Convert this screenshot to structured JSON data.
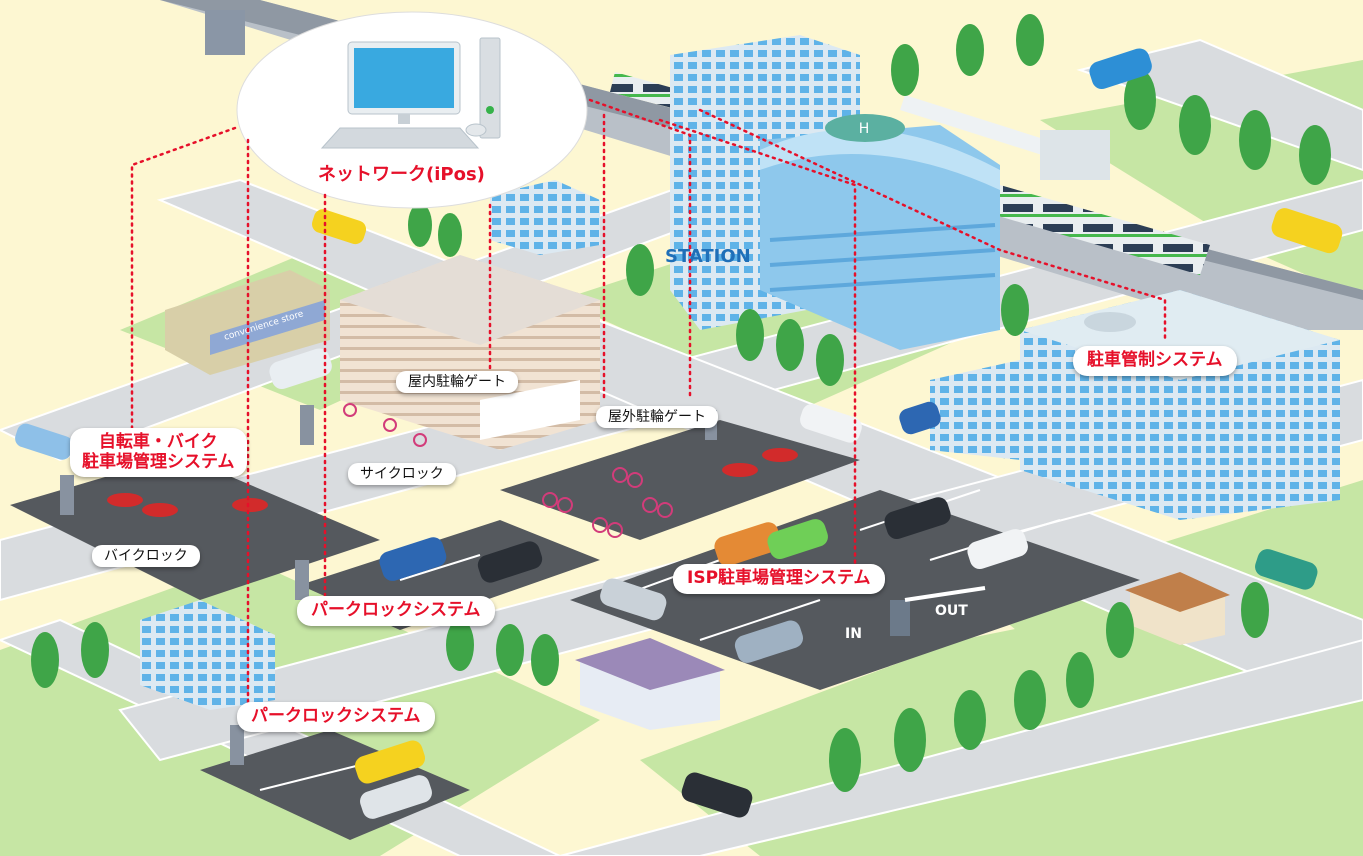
{
  "network": {
    "title": "ネットワーク(iPos)"
  },
  "station": {
    "sign": "STATION"
  },
  "signs": {
    "store": "convenience store",
    "in_marking": "IN",
    "out_marking": "OUT"
  },
  "labels": {
    "parking_control": "駐車管制システム",
    "bicycle_parking_mgmt_line1": "自転車・バイク",
    "bicycle_parking_mgmt_line2": "駐車場管理システム",
    "bike_lock": "バイクロック",
    "cycle_lock": "サイクロック",
    "indoor_gate": "屋内駐輪ゲート",
    "outdoor_gate": "屋外駐輪ゲート",
    "isp_parking": "ISP駐車場管理システム",
    "park_lock_1": "パークロックシステム",
    "park_lock_2": "パークロックシステム"
  },
  "colors": {
    "background": "#fdf7d2",
    "road": "#d9dcdf",
    "grass": "#c6e6a4",
    "parking_lot": "#55595e",
    "label_red": "#e6102a",
    "building_blue": "#8ec8ec",
    "tree": "#3fa548",
    "rail": "#b9c0c8"
  }
}
